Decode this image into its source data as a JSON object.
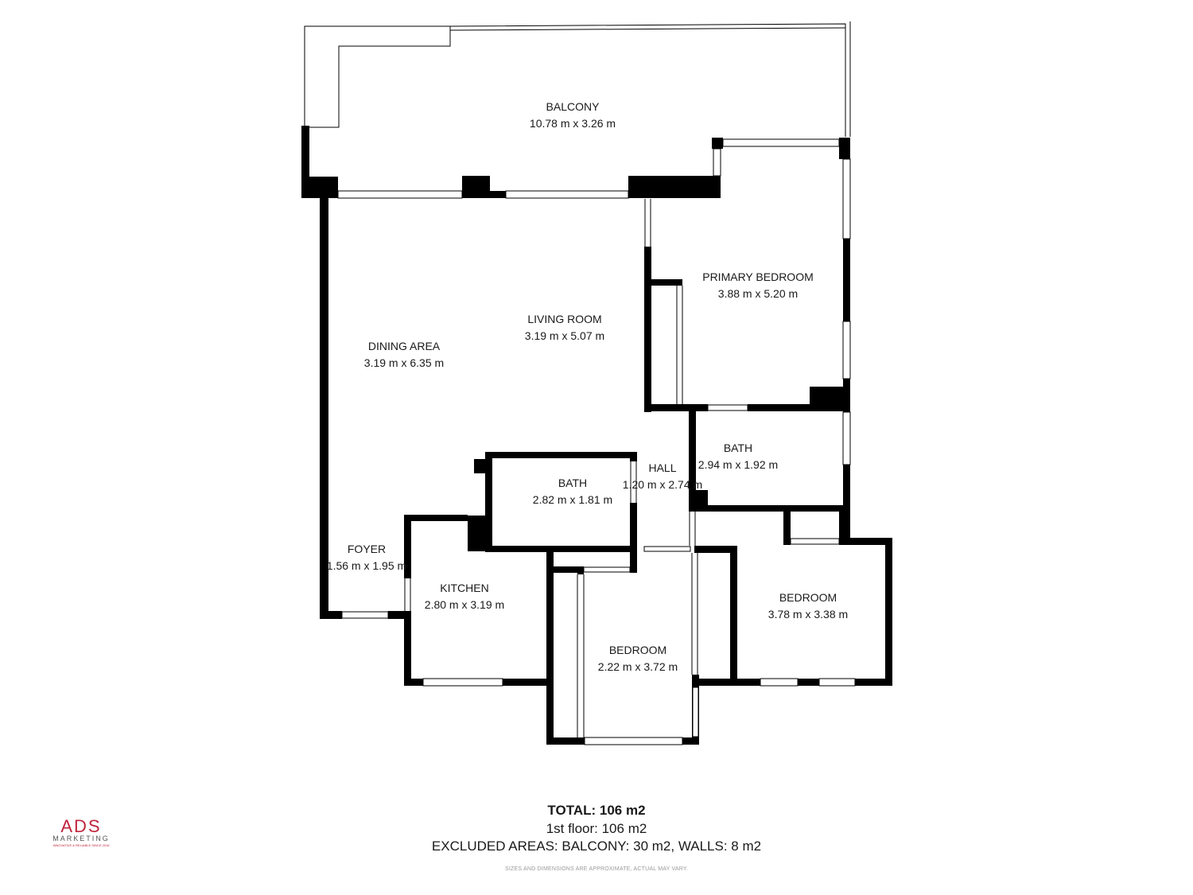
{
  "rooms": {
    "balcony": {
      "name": "BALCONY",
      "dims": "10.78 m x 3.26 m"
    },
    "primary_bedroom": {
      "name": "PRIMARY BEDROOM",
      "dims": "3.88 m x 5.20 m"
    },
    "living_room": {
      "name": "LIVING ROOM",
      "dims": "3.19 m x 5.07 m"
    },
    "dining_area": {
      "name": "DINING AREA",
      "dims": "3.19 m x 6.35 m"
    },
    "bath_primary": {
      "name": "BATH",
      "dims": "2.94 m x 1.92 m"
    },
    "hall": {
      "name": "HALL",
      "dims": "1.20 m x 2.74 m"
    },
    "bath_main": {
      "name": "BATH",
      "dims": "2.82 m x 1.81 m"
    },
    "foyer": {
      "name": "FOYER",
      "dims": "1.56 m x 1.95 m"
    },
    "kitchen": {
      "name": "KITCHEN",
      "dims": "2.80 m x 3.19 m"
    },
    "bedroom_right": {
      "name": "BEDROOM",
      "dims": "3.78 m x 3.38 m"
    },
    "bedroom_center": {
      "name": "BEDROOM",
      "dims": "2.22 m x 3.72 m"
    }
  },
  "summary": {
    "total": "TOTAL: 106 m2",
    "floor": "1st floor: 106 m2",
    "excluded": "EXCLUDED AREAS: BALCONY: 30 m2, WALLS: 8 m2"
  },
  "disclaimer": "SIZES AND DIMENSIONS ARE APPROXIMATE, ACTUAL MAY VARY.",
  "logo": {
    "main": "ADS",
    "sub": "MARKETING",
    "tagline": "INNOVATIVE & RELIABLE SINCE 2016",
    "color": "#c0243c"
  },
  "colors": {
    "wall": "#000000",
    "window": "#ffffff",
    "brand": "#c0243c"
  }
}
